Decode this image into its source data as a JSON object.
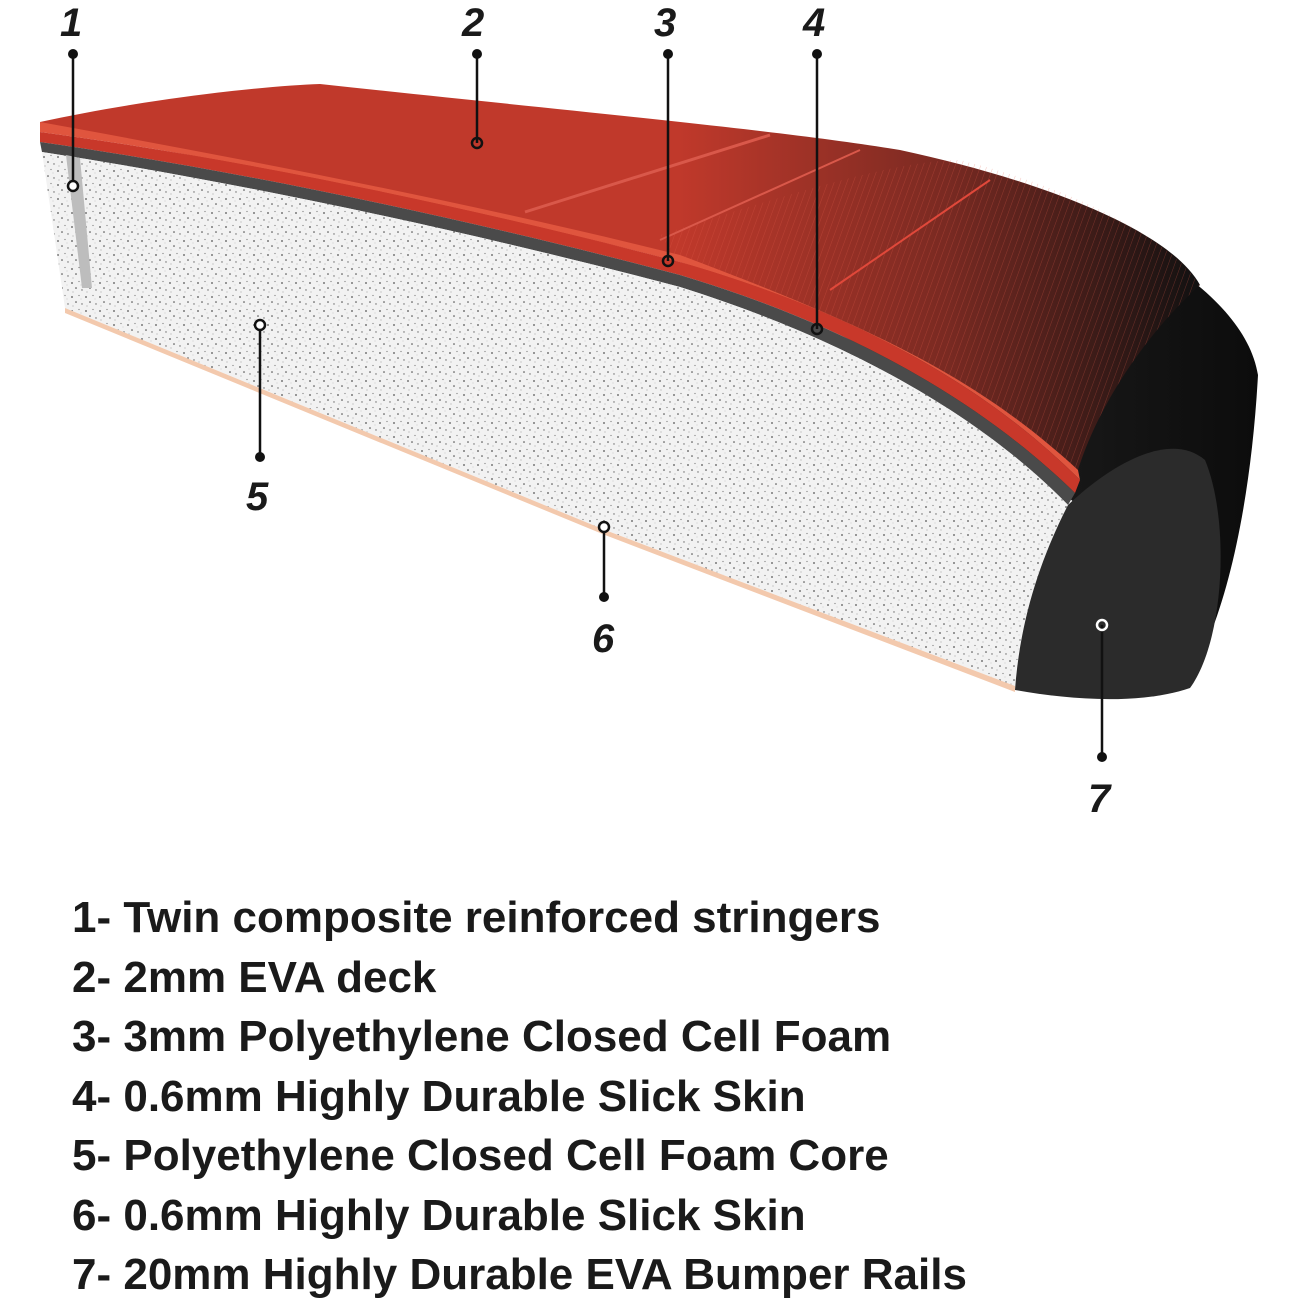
{
  "callouts": [
    "1",
    "2",
    "3",
    "4",
    "5",
    "6",
    "7"
  ],
  "legend": [
    {
      "num": "1-",
      "text": "Twin composite reinforced stringers"
    },
    {
      "num": "2-",
      "text": "2mm EVA deck"
    },
    {
      "num": "3-",
      "text": "3mm Polyethylene Closed Cell Foam"
    },
    {
      "num": "4-",
      "text": "0.6mm Highly Durable Slick Skin"
    },
    {
      "num": "5-",
      "text": "Polyethylene Closed Cell Foam Core"
    },
    {
      "num": "6-",
      "text": "0.6mm Highly Durable Slick Skin"
    },
    {
      "num": "7-",
      "text": "20mm Highly Durable EVA Bumper Rails"
    }
  ],
  "colors": {
    "deck": "#c0392b",
    "deck_dark": "#9e2a20",
    "closed_cell_layer": "#d9462e",
    "slick_skin": "#3a3a3a",
    "foam_core": "#f2f2f2",
    "bottom_skin": "#f3c9ad",
    "bumper_rail": "#2b2b2b",
    "stringer": "#bdbdbd",
    "text": "#1a1a1a"
  }
}
